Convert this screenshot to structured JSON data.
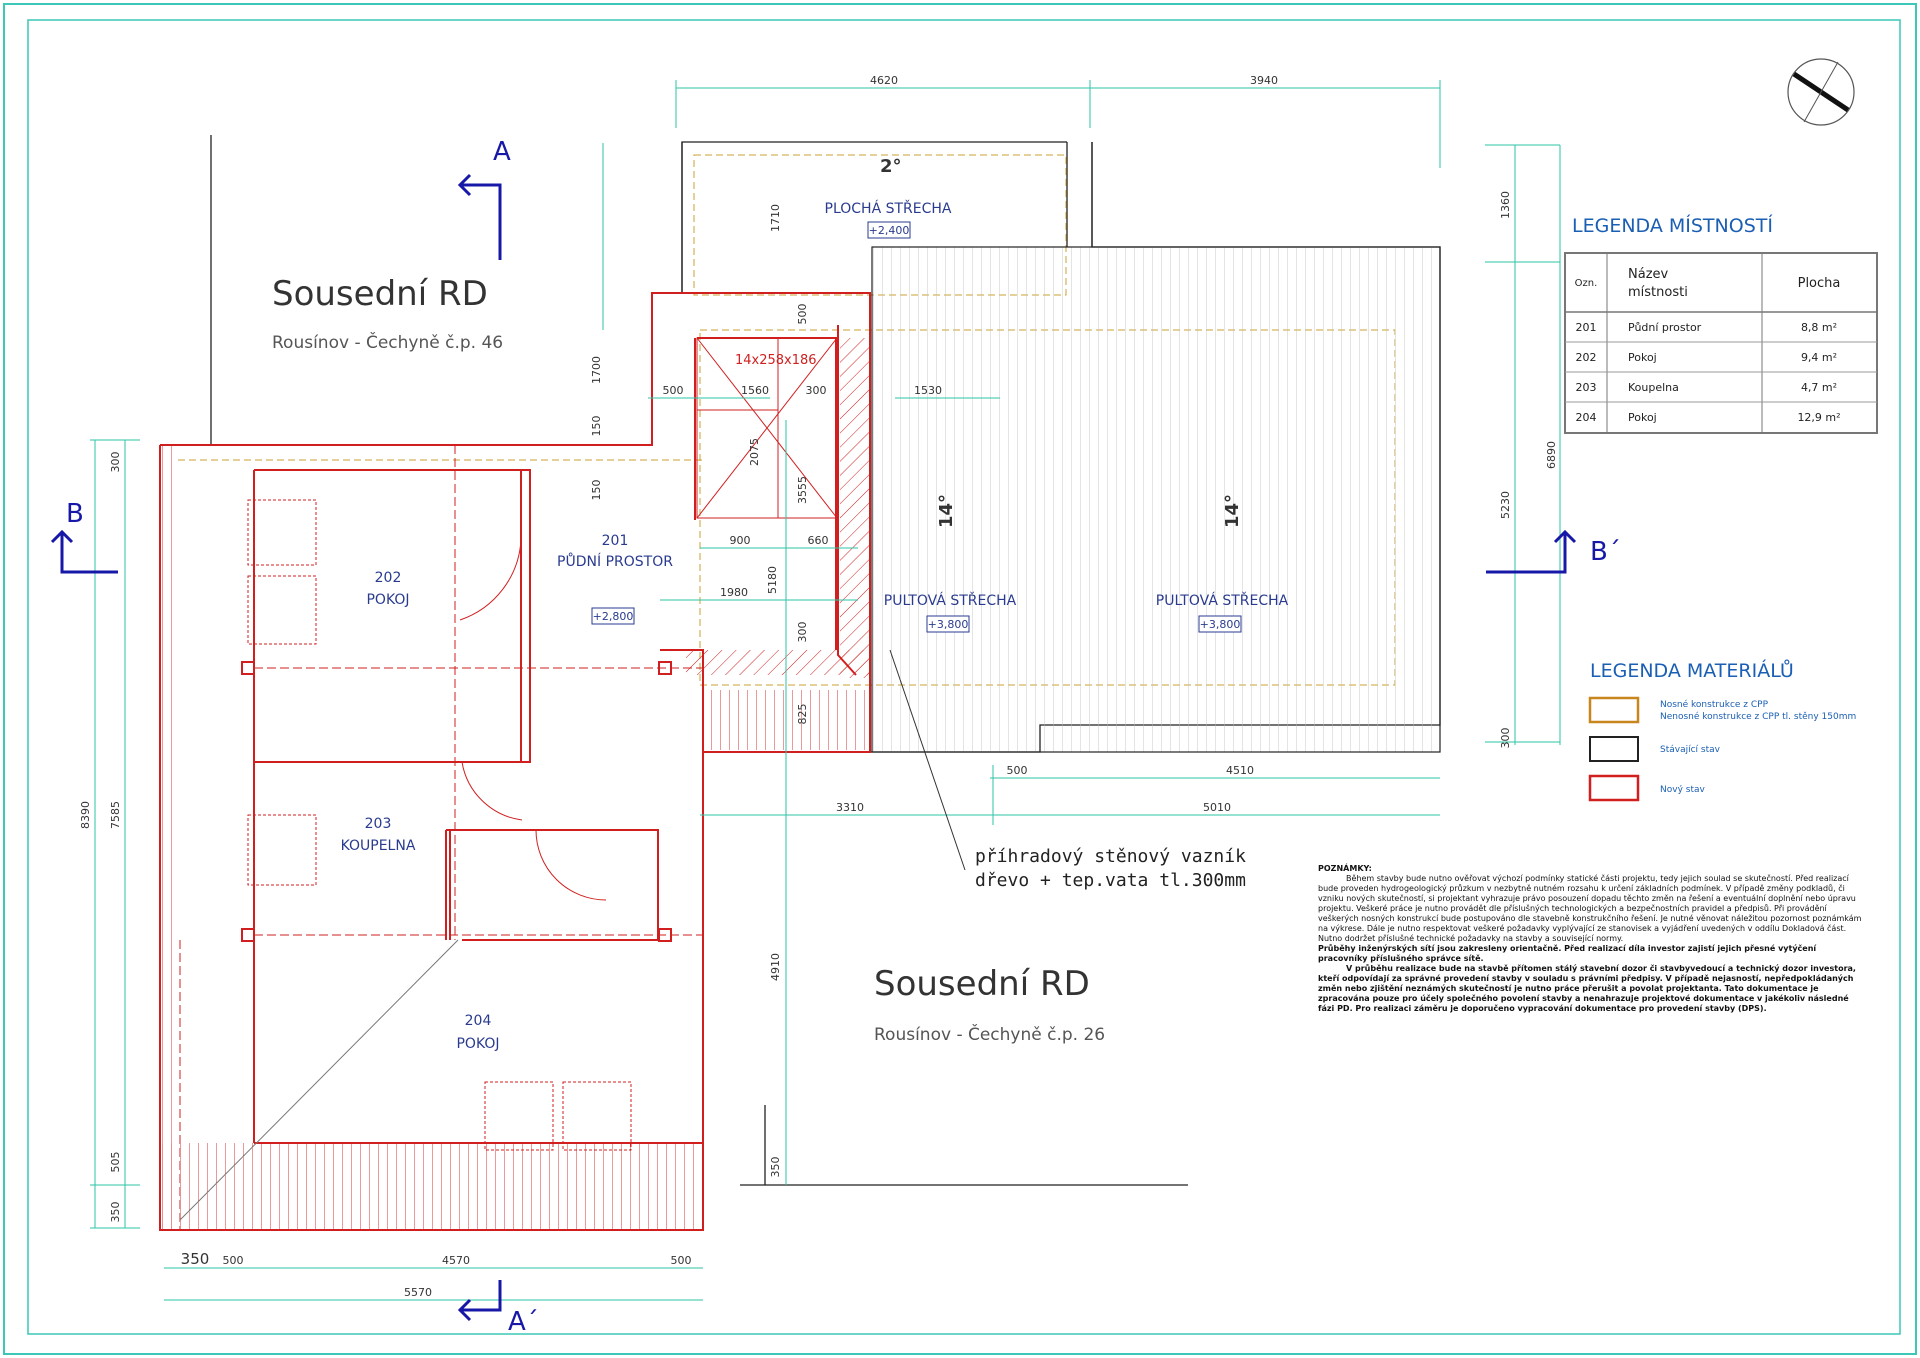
{
  "neighbors": [
    {
      "title": "Sousední RD",
      "address": "Rousínov - Čechyně č.p. 46"
    },
    {
      "title": "Sousední RD",
      "address": "Rousínov - Čechyně č.p. 26"
    }
  ],
  "rooms": [
    {
      "number": "201",
      "name": "PŮDNÍ PROSTOR",
      "level": "+2,800"
    },
    {
      "number": "202",
      "name": "POKOJ"
    },
    {
      "number": "203",
      "name": "KOUPELNA"
    },
    {
      "number": "204",
      "name": "POKOJ"
    }
  ],
  "roofs": [
    {
      "name": "PLOCHÁ STŘECHA",
      "level": "+2,400",
      "slope": "2°"
    },
    {
      "name": "PULTOVÁ STŘECHA",
      "level": "+3,800",
      "slope": "14°"
    },
    {
      "name": "PULTOVÁ STŘECHA",
      "level": "+3,800",
      "slope": "14°"
    }
  ],
  "stairs": "14x258x186",
  "truss_note": [
    "příhradový stěnový vazník",
    "dřevo + tep.vata tl.300mm"
  ],
  "sections": {
    "a": "A",
    "a2": "A´",
    "b": "B",
    "b2": "B´"
  },
  "dims": {
    "top": [
      "4620",
      "3940"
    ],
    "right": [
      "1360",
      "5230",
      "6890",
      "300"
    ],
    "left": [
      "300",
      "8390",
      "7585",
      "505",
      "350"
    ],
    "bottom": [
      "350",
      "500",
      "4570",
      "500",
      "5570"
    ],
    "inner": [
      "1710",
      "500",
      "1700",
      "150",
      "150",
      "500",
      "1560",
      "300",
      "1530",
      "2075",
      "3555",
      "900",
      "660",
      "5180",
      "1980",
      "300",
      "825",
      "500",
      "4510",
      "3310",
      "5010",
      "4910",
      "350"
    ]
  },
  "room_legend": {
    "title": "LEGENDA MÍSTNOSTÍ",
    "headers": {
      "code": "Ozn.",
      "name_l1": "Název",
      "name_l2": "místnosti",
      "area": "Plocha"
    },
    "rows": [
      {
        "code": "201",
        "name": "Půdní prostor",
        "area": "8,8 m²"
      },
      {
        "code": "202",
        "name": "Pokoj",
        "area": "9,4 m²"
      },
      {
        "code": "203",
        "name": "Koupelna",
        "area": "4,7 m²"
      },
      {
        "code": "204",
        "name": "Pokoj",
        "area": "12,9 m²"
      }
    ]
  },
  "material_legend": {
    "title": "LEGENDA MATERIÁLŮ",
    "items": [
      {
        "lines": [
          "Nosné konstrukce z CPP",
          "Nenosné konstrukce z CPP tl. stěny 150mm"
        ],
        "color": "#c8861e"
      },
      {
        "lines": [
          "Stávající stav"
        ],
        "color": "#222222"
      },
      {
        "lines": [
          "Nový stav"
        ],
        "color": "#d11f1f"
      }
    ]
  },
  "notes": {
    "title": "POZNÁMKY:",
    "p1": "Během stavby bude nutno ověřovat výchozí podmínky statické části projektu, tedy jejich soulad se skutečností. Před realizací bude proveden hydrogeologický průzkum v nezbytně nutném rozsahu k určení základních podmínek. V případě změny podkladů, či vzniku nových skutečností, si projektant vyhrazuje právo posouzení dopadu těchto změn na řešení a eventuální doplnění nebo úpravu projektu. Veškeré práce je nutno provádět dle příslušných technologických a bezpečnostních pravidel a předpisů. Při provádění veškerých nosných konstrukcí bude postupováno dle stavebně konstrukčního řešení. Je nutné věnovat náležitou pozornost poznámkám na výkrese. Dále je nutno respektovat veškeré požadavky vyplývající ze stanovisek a vyjádření uvedených v oddílu Dokladová část. Nutno dodržet příslušné technické požadavky na stavby a související normy.",
    "p1b": "Průběhy inženýrských sítí jsou zakresleny orientačně. Před realizací díla investor zajistí jejich přesné vytýčení pracovníky příslušného správce sítě.",
    "p2": "V průběhu realizace bude na stavbě přítomen stálý stavební dozor či stavbyvedoucí a technický dozor investora, kteří odpovídají za správné provedení stavby v souladu s právními předpisy. V případě nejasností, nepředpokládaných změn nebo zjištění neznámých skutečností je nutno práce přerušit a povolat projektanta. Tato dokumentace je zpracována pouze pro účely společného povolení stavby a nenahrazuje projektové dokumentace v jakékoliv následné fázi PD. Pro realizaci záměru je doporučeno vypracování dokumentace pro provedení stavby (DPS)."
  },
  "colors": {
    "frame": "#3cc7b8",
    "dimension": "#2ec4a6",
    "new": "#d11f1f",
    "existing": "#222222",
    "cpp": "#c8a030",
    "section": "#1818a8"
  }
}
